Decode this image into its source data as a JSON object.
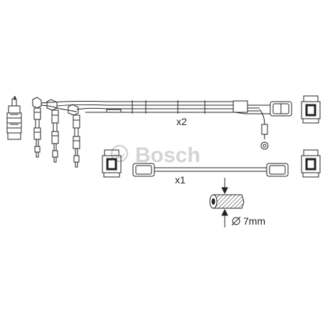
{
  "watermark": {
    "text": "Bosch"
  },
  "labels": {
    "qty_long_wire": "x2",
    "qty_short_wire": "x1",
    "diameter": "7mm"
  },
  "colors": {
    "line": "#222222",
    "watermark": "#d4d4d4",
    "background": "#ffffff"
  }
}
